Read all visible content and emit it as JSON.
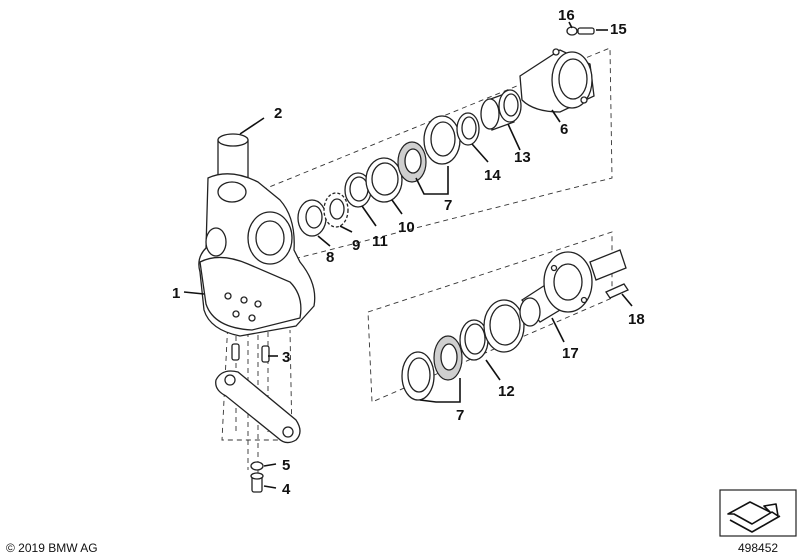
{
  "labels": {
    "l1": "1",
    "l2": "2",
    "l3": "3",
    "l4": "4",
    "l5": "5",
    "l6": "6",
    "l7a": "7",
    "l7b": "7",
    "l8": "8",
    "l9": "9",
    "l10": "10",
    "l11": "11",
    "l12": "12",
    "l13": "13",
    "l14": "14",
    "l15": "15",
    "l16": "16",
    "l17": "17",
    "l18": "18"
  },
  "footer": {
    "copyright": "© 2019 BMW AG",
    "doc_number": "498452"
  },
  "icon": "folded-arrow-icon"
}
